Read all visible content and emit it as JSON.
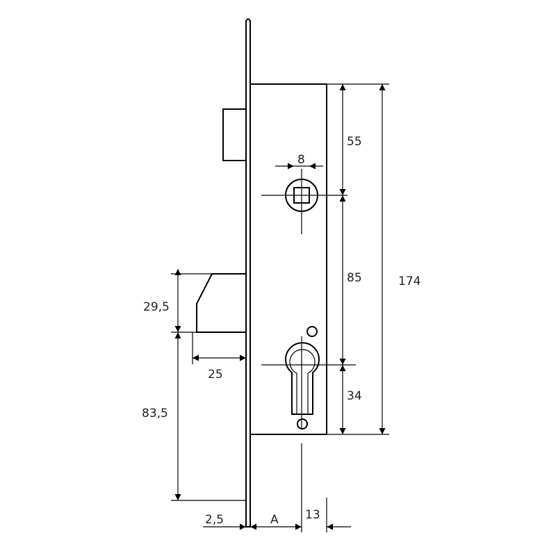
{
  "drawing": {
    "dimensions": {
      "top_segment": "55",
      "middle_segment": "85",
      "bottom_segment": "34",
      "total_height": "174",
      "square_width": "8",
      "latch_height": "29,5",
      "latch_throw": "25",
      "latch_to_bottom": "83,5",
      "faceplate_thickness": "2,5",
      "backset": "A",
      "cylinder_offset": "13"
    },
    "colors": {
      "line": "#000000",
      "text": "#222222",
      "background": "#ffffff"
    }
  }
}
